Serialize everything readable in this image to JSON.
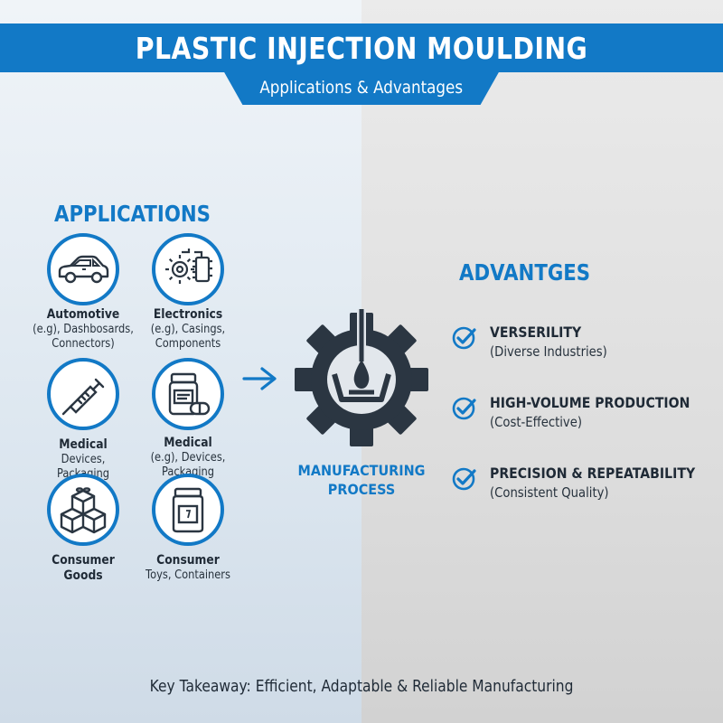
{
  "header": {
    "title": "PLASTIC INJECTION MOULDING",
    "subtitle": "Applications & Advantages"
  },
  "applications": {
    "heading": "APPLICATIONS",
    "items": [
      {
        "label": "Automotive",
        "desc": [
          "(e.g), Dashbosards,",
          "Connectors)"
        ],
        "icon": "car-icon"
      },
      {
        "label": "Electronics",
        "desc": [
          "(e.g), Casings,",
          "Components"
        ],
        "icon": "circuit-gear-icon"
      },
      {
        "label": "Medical",
        "desc": [
          "Devices,",
          "Packaging"
        ],
        "icon": "syringe-icon"
      },
      {
        "label": "Medical",
        "desc": [
          "(e.g), Devices,",
          "Packaging"
        ],
        "icon": "pill-bottle-icon"
      },
      {
        "label": "Consumer",
        "desc": [
          "Goods"
        ],
        "icon": "toy-blocks-icon"
      },
      {
        "label": "Consumer",
        "desc": [
          "Toys, Containers"
        ],
        "icon": "jar-icon"
      }
    ]
  },
  "process": {
    "label_line1": "MANUFACTURING",
    "label_line2": "PROCESS",
    "icon": "gear-mould-icon"
  },
  "advantages": {
    "heading": "ADVANTGES",
    "items": [
      {
        "title": "VERSERILITY",
        "sub": "(Diverse Industries)"
      },
      {
        "title": "HIGH-VOLUME PRODUCTION",
        "sub": "(Cost-Effective)"
      },
      {
        "title": "PRECISION & REPEATABILITY",
        "sub": "(Consistent Quality)"
      }
    ]
  },
  "footer": {
    "takeaway": "Key Takeaway: Efficient, Adaptable & Reliable Manufacturing"
  },
  "colors": {
    "accent": "#1279c6",
    "dark": "#2b3642"
  }
}
